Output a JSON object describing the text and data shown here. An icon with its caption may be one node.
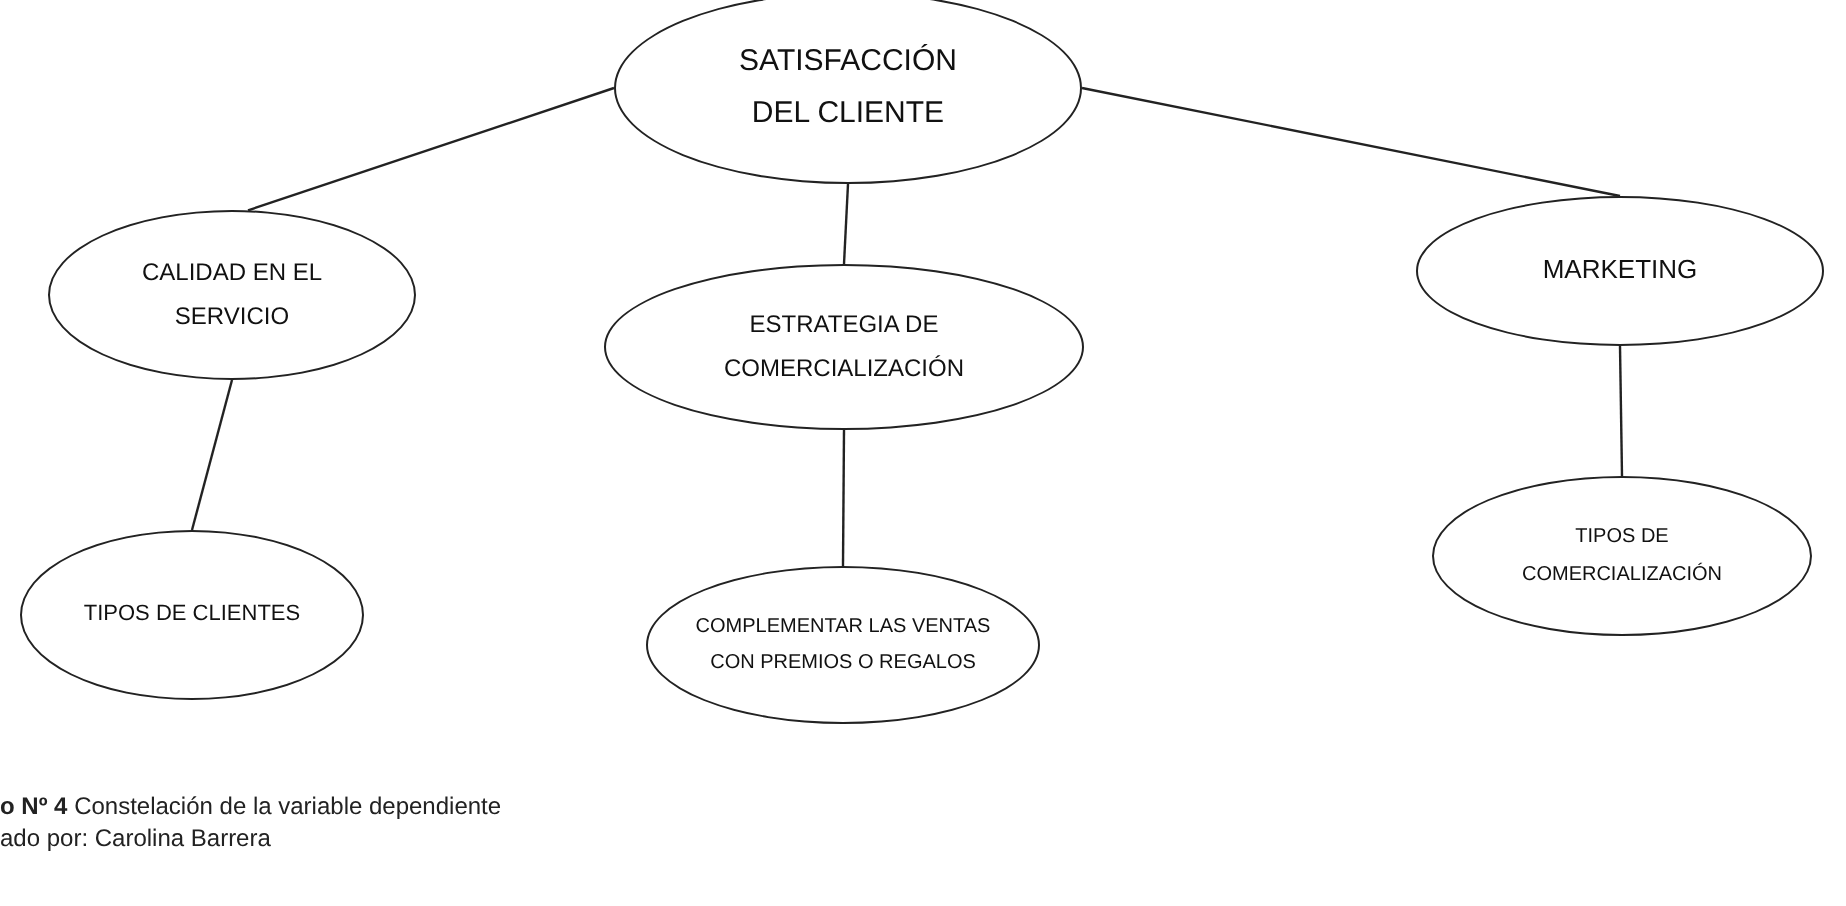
{
  "diagram": {
    "caption": "**o Nº 4** Constelación de la variable dependiente",
    "nodes": [
      {
        "text": [
          "SATISFACCIÓN DEL CLIENTE"
        ]
      },
      {
        "text": [
          "CALIDAD EN EL SERVICIO"
        ]
      },
      {
        "text": [
          "ESTRATEGIA DE COMERCIALIZACIÓN"
        ]
      },
      {
        "text": [
          "MARKETING"
        ]
      },
      {
        "text": [
          "TIPOS DE CLIENTES"
        ]
      },
      {
        "text": [
          "COMPLEMENTAR LAS VENTAS CON PREMIOS O REGALOS"
        ]
      },
      {
        "text": [
          "TIPOS DE COMERCIALIZACIÓN"
        ]
      }
    ],
    "edges": [
      {
        "from": 0,
        "to": 1,
        "arrow": "none"
      },
      {
        "from": 0,
        "to": 2,
        "arrow": "none"
      },
      {
        "from": 0,
        "to": 3,
        "arrow": "none"
      },
      {
        "from": 1,
        "to": 4,
        "arrow": "none"
      },
      {
        "from": 2,
        "to": 5,
        "arrow": "none"
      },
      {
        "from": 3,
        "to": 6,
        "arrow": "none"
      }
    ],
    "labels": [
      "ado por: Carolina Barrera"
    ]
  }
}
